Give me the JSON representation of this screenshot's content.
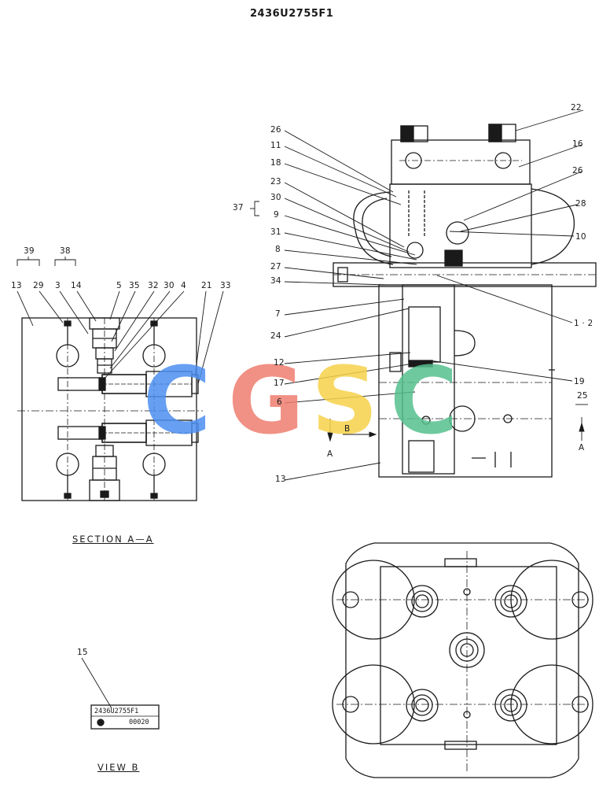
{
  "drawing_number": "2436U2755F1",
  "captions": {
    "section": "SECTION A—A",
    "view": "VIEW B"
  },
  "plate": {
    "number": "2436U2755F1",
    "serial": "00020"
  },
  "watermark": {
    "text": "CGSC",
    "colors": [
      "#4d8ff0",
      "#ef7d6f",
      "#f6d24b",
      "#55c08e"
    ]
  },
  "labels": {
    "p1_2": "1 · 2",
    "p3": "3",
    "p4": "4",
    "p5": "5",
    "p6": "6",
    "p7": "7",
    "p8": "8",
    "p9": "9",
    "p10": "10",
    "p11": "11",
    "p12": "12",
    "p13_left": "13",
    "p13_right": "13",
    "p14": "14",
    "p15": "15",
    "p16": "16",
    "p17": "17",
    "p18": "18",
    "p19": "19",
    "p21": "21",
    "p22": "22",
    "p23": "23",
    "p24": "24",
    "p25": "25",
    "p26_top": "26",
    "p26_right": "26",
    "p27": "27",
    "p28": "28",
    "p29": "29",
    "p30_left": "30",
    "p30_right": "30",
    "p31": "31",
    "p32": "32",
    "p33": "33",
    "p34": "34",
    "p35": "35",
    "p37": "37",
    "p38": "38",
    "p39": "39",
    "section_a_left": "A",
    "section_a_right": "A",
    "view_b": "B"
  }
}
